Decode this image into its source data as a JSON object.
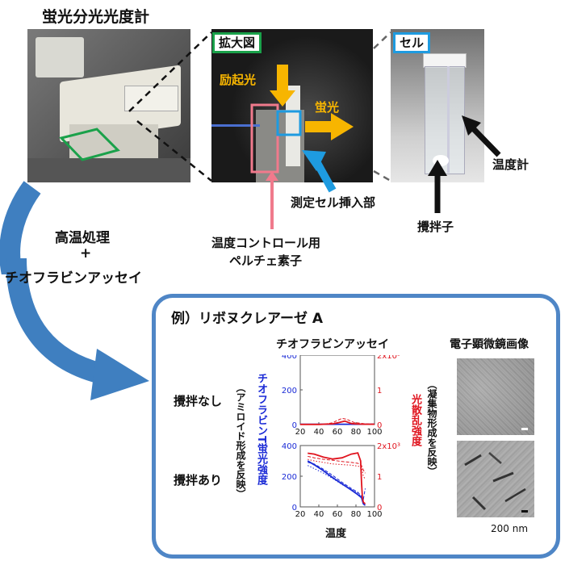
{
  "title": "蛍光分光光度計",
  "zoom": {
    "label": "拡大図",
    "excitation": "励起光",
    "fluorescence": "蛍光"
  },
  "cell": {
    "label": "セル",
    "thermometer": "温度計",
    "stirrer": "攪拌子"
  },
  "callouts": {
    "cell_insert": "測定セル挿入部",
    "peltier_line1": "温度コントロール用",
    "peltier_line2": "ペルチェ素子"
  },
  "process": {
    "line1": "高温処理",
    "plus": "+",
    "line2": "チオフラビンアッセイ"
  },
  "example": {
    "title": "例）リボヌクレアーゼ A",
    "assay_header": "チオフラビンアッセイ",
    "em_header": "電子顕微鏡画像",
    "row_no_stir": "攪拌なし",
    "row_stir": "攪拌あり",
    "left_note": "（アミロイド形成を反映）",
    "left_axis": "チオフラビンT蛍光強度",
    "right_axis": "光散乱強度",
    "right_note": "（凝集物形成を反映）",
    "x_label": "温度",
    "scale_bar": "200 nm"
  },
  "colors": {
    "green": "#1aa14a",
    "blue_frame": "#1e9be0",
    "pink": "#f07a8c",
    "orange": "#f7b500",
    "panel_border": "#4f86c6",
    "arrow_blue": "#3f7fc0",
    "series_blue": "#1a2ad6",
    "series_red": "#e0141e"
  },
  "chart_data": [
    {
      "type": "line",
      "x": [
        20,
        30,
        40,
        50,
        60,
        70,
        80,
        90,
        100
      ],
      "xlim": [
        20,
        100
      ],
      "ylim_left": [
        0,
        400
      ],
      "ylim_right": [
        0,
        2000
      ],
      "left_ticks": [
        "0",
        "200",
        "400"
      ],
      "right_ticks": [
        "0",
        "1",
        "2x10³"
      ],
      "x_ticks": [
        "20",
        "40",
        "60",
        "80",
        "100"
      ],
      "series": [
        {
          "axis": "left",
          "color": "#1a2ad6",
          "style": "solid",
          "points": [
            [
              20,
              2
            ],
            [
              30,
              2
            ],
            [
              40,
              2
            ],
            [
              50,
              2
            ],
            [
              60,
              2
            ],
            [
              70,
              2
            ],
            [
              80,
              2
            ],
            [
              90,
              2
            ],
            [
              100,
              2
            ]
          ]
        },
        {
          "axis": "right",
          "color": "#e0141e",
          "style": "solid",
          "points": [
            [
              20,
              5
            ],
            [
              40,
              5
            ],
            [
              55,
              20
            ],
            [
              62,
              60
            ],
            [
              68,
              100
            ],
            [
              75,
              30
            ],
            [
              82,
              15
            ],
            [
              90,
              10
            ],
            [
              100,
              10
            ]
          ]
        },
        {
          "axis": "right",
          "color": "#e0141e",
          "style": "dashed",
          "points": [
            [
              20,
              5
            ],
            [
              45,
              10
            ],
            [
              55,
              50
            ],
            [
              60,
              120
            ],
            [
              65,
              180
            ],
            [
              70,
              150
            ],
            [
              78,
              60
            ],
            [
              90,
              20
            ],
            [
              100,
              15
            ]
          ]
        }
      ]
    },
    {
      "type": "line",
      "x": [
        30,
        40,
        50,
        60,
        70,
        80,
        90
      ],
      "xlim": [
        20,
        100
      ],
      "ylim_left": [
        0,
        400
      ],
      "ylim_right": [
        0,
        2000
      ],
      "left_ticks": [
        "0",
        "200",
        "400"
      ],
      "right_ticks": [
        "0",
        "1",
        "2x10³"
      ],
      "x_ticks": [
        "20",
        "40",
        "60",
        "80",
        "100"
      ],
      "series": [
        {
          "axis": "left",
          "color": "#1a2ad6",
          "style": "solid",
          "points": [
            [
              28,
              300
            ],
            [
              35,
              275
            ],
            [
              45,
              235
            ],
            [
              55,
              190
            ],
            [
              65,
              150
            ],
            [
              75,
              110
            ],
            [
              82,
              80
            ],
            [
              86,
              60
            ],
            [
              88,
              20
            ],
            [
              90,
              10
            ]
          ]
        },
        {
          "axis": "left",
          "color": "#1a2ad6",
          "style": "dashed",
          "points": [
            [
              28,
              290
            ],
            [
              35,
              280
            ],
            [
              45,
              245
            ],
            [
              55,
              205
            ],
            [
              65,
              160
            ],
            [
              75,
              120
            ],
            [
              82,
              95
            ],
            [
              86,
              70
            ],
            [
              88,
              50
            ],
            [
              90,
              120
            ]
          ]
        },
        {
          "axis": "left",
          "color": "#1a2ad6",
          "style": "dotted",
          "points": [
            [
              28,
              270
            ],
            [
              35,
              250
            ],
            [
              45,
              220
            ],
            [
              55,
              185
            ],
            [
              65,
              145
            ],
            [
              75,
              115
            ],
            [
              82,
              90
            ],
            [
              86,
              65
            ],
            [
              89,
              40
            ]
          ]
        },
        {
          "axis": "right",
          "color": "#e0141e",
          "style": "solid",
          "points": [
            [
              28,
              1750
            ],
            [
              35,
              1720
            ],
            [
              45,
              1620
            ],
            [
              55,
              1560
            ],
            [
              65,
              1600
            ],
            [
              75,
              1720
            ],
            [
              82,
              1760
            ],
            [
              85,
              1500
            ],
            [
              86,
              800
            ],
            [
              87,
              300
            ],
            [
              88,
              150
            ],
            [
              90,
              100
            ]
          ]
        },
        {
          "axis": "right",
          "color": "#e0141e",
          "style": "dashed",
          "points": [
            [
              28,
              1650
            ],
            [
              35,
              1600
            ],
            [
              45,
              1550
            ],
            [
              55,
              1520
            ],
            [
              65,
              1480
            ],
            [
              75,
              1450
            ],
            [
              82,
              1420
            ],
            [
              86,
              1350
            ],
            [
              88,
              1200
            ],
            [
              90,
              1100
            ]
          ]
        },
        {
          "axis": "right",
          "color": "#e0141e",
          "style": "dotted",
          "points": [
            [
              28,
              1550
            ],
            [
              35,
              1500
            ],
            [
              45,
              1450
            ],
            [
              55,
              1400
            ],
            [
              65,
              1380
            ],
            [
              75,
              1360
            ],
            [
              82,
              1330
            ],
            [
              86,
              1300
            ],
            [
              88,
              1000
            ],
            [
              90,
              900
            ]
          ]
        }
      ]
    }
  ]
}
